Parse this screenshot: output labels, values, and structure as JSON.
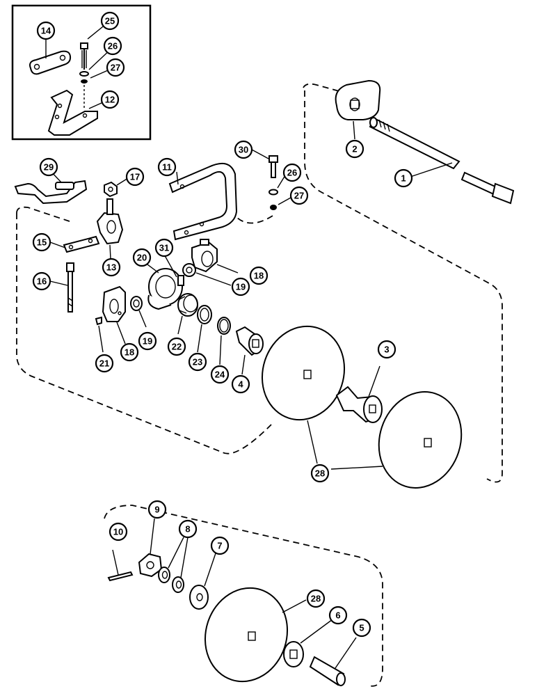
{
  "callouts": {
    "c1": "1",
    "c2": "2",
    "c3": "3",
    "c4": "4",
    "c5": "5",
    "c6": "6",
    "c7": "7",
    "c8": "8",
    "c9": "9",
    "c10": "10",
    "c11": "11",
    "c12": "12",
    "c13": "13",
    "c14": "14",
    "c15": "15",
    "c16": "16",
    "c17": "17",
    "c18a": "18",
    "c18b": "18",
    "c19a": "19",
    "c19b": "19",
    "c20": "20",
    "c21": "21",
    "c22": "22",
    "c23": "23",
    "c24": "24",
    "c25": "25",
    "c26a": "26",
    "c26b": "26",
    "c27a": "27",
    "c27b": "27",
    "c28a": "28",
    "c28b": "28",
    "c29": "29",
    "c30": "30",
    "c31": "31"
  }
}
